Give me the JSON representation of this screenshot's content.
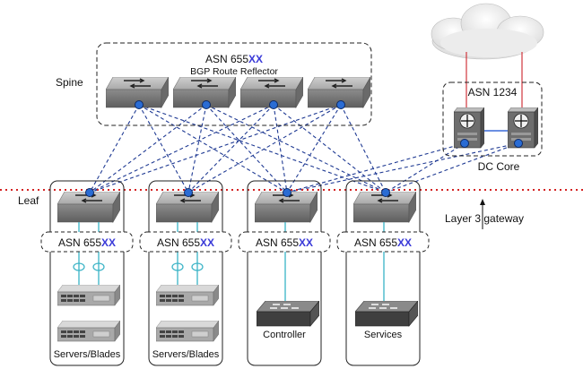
{
  "spine": {
    "label": "Spine",
    "asn_prefix": "ASN 655",
    "asn_suffix": "XX",
    "role": "BGP Route Reflector"
  },
  "leaf": {
    "label": "Leaf",
    "groups": [
      {
        "asn_prefix": "ASN 655",
        "asn_suffix": "XX",
        "caption": "Servers/Blades"
      },
      {
        "asn_prefix": "ASN 655",
        "asn_suffix": "XX",
        "caption": "Servers/Blades"
      },
      {
        "asn_prefix": "ASN 655",
        "asn_suffix": "XX",
        "caption": "Controller"
      },
      {
        "asn_prefix": "ASN 655",
        "asn_suffix": "XX",
        "caption": "Services"
      }
    ]
  },
  "core": {
    "asn": "ASN 1234",
    "caption": "DC Core"
  },
  "gateway_label": "Layer 3 gateway",
  "colors": {
    "link": "#1f3a93",
    "accent": "#3a3ad8",
    "host_link": "#39b3c6",
    "core_uplink": "#d0343b",
    "node_dot": "#2a6cd4",
    "dotted_divider": "#d42222"
  }
}
